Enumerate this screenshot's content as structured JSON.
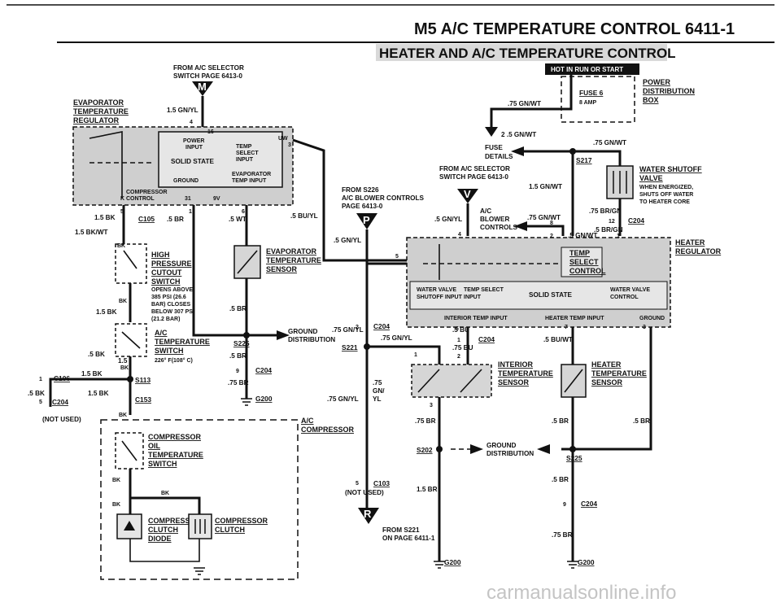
{
  "header": {
    "title": "M5   A/C TEMPERATURE CONTROL   6411-1",
    "subtitle": "HEATER AND A/C TEMPERATURE CONTROL",
    "badge": "HOT IN RUN OR START"
  },
  "nodes": {
    "M": "M",
    "V": "V",
    "P": "P",
    "R": "R"
  },
  "labels": {
    "from_ac_selector": "FROM A/C SELECTOR",
    "switch_page_6413": "SWITCH PAGE 6413-0",
    "from_ac_selector2": "FROM A/C SELECTOR",
    "switch_page_6413b": "SWITCH PAGE 6413-0",
    "from_s226": "FROM S226",
    "ac_blower_controls": "A/C BLOWER CONTROLS",
    "page_6413": "PAGE 6413-0",
    "from_s221": "FROM S221",
    "on_page_6411": "ON PAGE 6411-1",
    "not_used_left": "(NOT USED)",
    "not_used_mid": "(NOT USED)",
    "fuse_details_1": "FUSE",
    "fuse_details_2": "DETAILS",
    "fuse_6": "FUSE 6",
    "amp_8": "8 AMP",
    "ac_1": "A/C",
    "ac_2": "BLOWER",
    "ac_3": "CONTROLS",
    "ground_dist_1": "GROUND",
    "ground_dist_2": "DISTRIBUTION",
    "ground_dist_3": "GROUND",
    "ground_dist_4": "DISTRIBUTION",
    "watermark": "carmanualsonline.info"
  },
  "components": {
    "evap_regulator": [
      "EVAPORATOR",
      "TEMPERATURE",
      "REGULATOR"
    ],
    "power_dist": [
      "POWER",
      "DISTRIBUTION",
      "BOX"
    ],
    "water_shutoff": [
      "WATER SHUTOFF",
      "VALVE"
    ],
    "water_shutoff_note": [
      "WHEN ENERGIZED,",
      "SHUTS OFF WATER",
      "TO HEATER CORE"
    ],
    "heater_regulator": [
      "HEATER",
      "REGULATOR"
    ],
    "high_pressure": [
      "HIGH",
      "PRESSURE",
      "CUTOUT",
      "SWITCH"
    ],
    "high_pressure_note": [
      "OPENS ABOVE",
      "385 PSI (26.6",
      "BAR) CLOSES",
      "BELOW 307 PSI",
      "(21.2 BAR)"
    ],
    "evap_sensor": [
      "EVAPORATOR",
      "TEMPERATURE",
      "SENSOR"
    ],
    "ac_temp_switch": [
      "A/C",
      "TEMPERATURE",
      "SWITCH"
    ],
    "ac_temp_switch_note": "226° F(108° C)",
    "ac_compressor": [
      "A/C",
      "COMPRESSOR"
    ],
    "oil_switch": [
      "COMPRESSOR",
      "OIL",
      "TEMPERATURE",
      "SWITCH"
    ],
    "clutch_diode": [
      "COMPRESSOR",
      "CLUTCH",
      "DIODE"
    ],
    "clutch": [
      "COMPRESSOR",
      "CLUTCH"
    ],
    "temp_select": [
      "TEMP",
      "SELECT",
      "CONTROL"
    ],
    "interior_sensor": [
      "INTERIOR",
      "TEMPERATURE",
      "SENSOR"
    ],
    "heater_sensor": [
      "HEATER",
      "TEMPERATURE",
      "SENSOR"
    ]
  },
  "module_left": {
    "power_input": "POWER",
    "power_input2": "INPUT",
    "temp_select": "TEMP",
    "temp_select2": "SELECT",
    "temp_select3": "INPUT",
    "solid_state": "SOLID STATE",
    "ground": "GROUND",
    "evap": "EVAPORATOR",
    "evap2": "TEMP INPUT",
    "compressor": "COMPRESSOR",
    "compressor2": "CONTROL",
    "uw": "UW"
  },
  "module_right": {
    "water_valve": "WATER VALVE",
    "water_valve2": "SHUTOFF INPUT",
    "temp_select": "TEMP SELECT",
    "temp_select2": "INPUT",
    "solid_state": "SOLID STATE",
    "water_valve_ctl": "WATER VALVE",
    "water_valve_ctl2": "CONTROL",
    "interior_input": "INTERIOR TEMP INPUT",
    "heater_input": "HEATER TEMP INPUT",
    "ground": "GROUND"
  },
  "wires": {
    "w_15gnyl": "1.5 GN/YL",
    "w_75gnwt_top": ".75 GN/WT",
    "w_25gnwt": "2 .5 GN/WT",
    "w_75gnwt_b": ".75 GN/WT",
    "w_15gnwt": "1.5 GN/WT",
    "w_5buyl": ".5 BU/YL",
    "w_5gnyl_a": ".5 GN/YL",
    "w_75gnwt_c": ".75 GN/WT",
    "w_75brgn": ".75 BR/GN",
    "w_5brgn": ".5 BR/GN",
    "w_5gnwt": ".5 GN/WT",
    "w_5gnyl_b": ".5 GN/YL",
    "w_15bk_a": "1.5 BK",
    "w_5br_a": ".5 BR",
    "w_5wt": ".5 WT",
    "w_15bkwt": "1.5 BK/WT",
    "w_bk_a": "BK",
    "w_bk_b": "BK",
    "w_15bk_b": "1.5 BK",
    "w_5br_b": ".5 BR",
    "w_75gnyl_a": ".75 GN/YL",
    "w_75gnyl_b": ".75 GN/YL",
    "w_5bk": ".5 BK",
    "w_15bk_c": "1.5 BK",
    "w_15bk_d": "1.5",
    "w_bk_c": "BK",
    "w_5bk_b": ".5 BK",
    "w_15bk_e": "1.5 BK",
    "w_5br_c": ".5 BR",
    "w_75br": ".75 BR",
    "w_75gnyl_c": ".75 GN/YL",
    "w_bk_d": "BK",
    "w_bk_e": "BK",
    "w_bk_f": "BK",
    "w_bk_g": "BK",
    "w_5bu": ".5 BU",
    "w_5buwt": ".5 BU/WT",
    "w_75bu": ".75 BU",
    "w_75": ".75",
    "w_gn": "GN/",
    "w_yl": "YL",
    "w_75br_b": ".75 BR",
    "w_5br_d": ".5 BR",
    "w_5br_e": ".5 BR",
    "w_5br_f": ".5 BR",
    "w_15br": "1.5 BR",
    "w_75br_c": ".75 BR"
  },
  "connectors": {
    "s217": "S217",
    "c204_a": "C204",
    "c105": "C105",
    "s225_a": "S225",
    "c204_b": "C204",
    "g200_a": "G200",
    "c204_c": "C204",
    "s221": "S221",
    "c204_d": "C204",
    "c106": "C106",
    "c204_e": "C204",
    "s113": "S113",
    "c153": "C153",
    "c103": "C103",
    "s202": "S202",
    "s225_b": "S225",
    "c204_f": "C204",
    "g200_b": "G200",
    "g200_c": "G200"
  },
  "pins": {
    "p4a": "4",
    "p16": "16",
    "p3a": "3",
    "p5a": "5",
    "p31": "31",
    "p9v": "9V",
    "p1a": "1",
    "p6a": "6",
    "p12": "12",
    "p8": "8",
    "p2a": "2",
    "p1b": "1",
    "p4b": "4",
    "p5b": "5",
    "p2b": "2",
    "p6b": "6",
    "p7": "7",
    "p3b": "3",
    "p1c": "1",
    "p2c": "2",
    "p1d": "1",
    "p3c": "3",
    "p9a": "9",
    "p9b": "9",
    "p1e": "1",
    "p5c": "5",
    "p5d": "5",
    "pk": "K"
  }
}
